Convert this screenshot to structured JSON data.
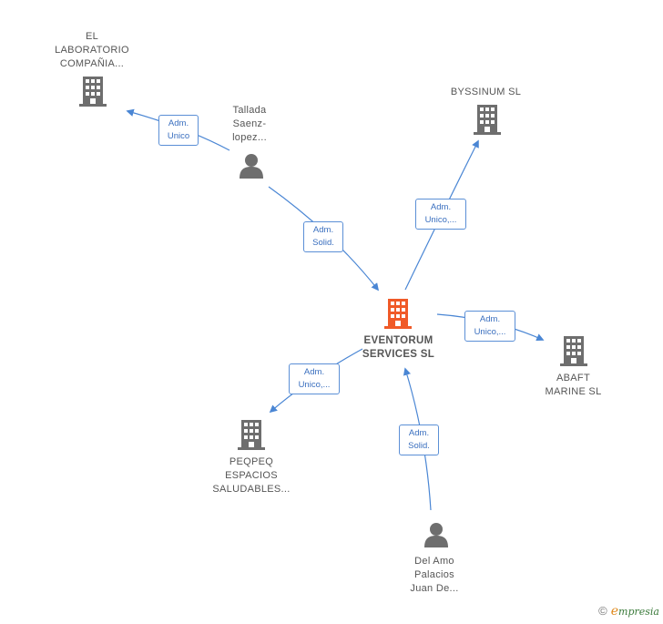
{
  "colors": {
    "edge": "#4a86d4",
    "company": "#6e6e6e",
    "main_company": "#f05a28",
    "person": "#6e6e6e"
  },
  "nodes": {
    "el_laboratorio": {
      "label": "EL\nLABORATORIO\nCOMPAÑIA...",
      "type": "company"
    },
    "byssinum": {
      "label": "BYSSINUM  SL",
      "type": "company"
    },
    "eventorum": {
      "label": "EVENTORUM\nSERVICES  SL",
      "type": "main_company"
    },
    "abaft": {
      "label": "ABAFT\nMARINE  SL",
      "type": "company"
    },
    "pepeq": {
      "label": "PEQPEQ\nESPACIOS\nSALUDABLES...",
      "type": "company"
    },
    "tallada": {
      "label": "Tallada\nSaenz-\nlopez...",
      "type": "person"
    },
    "del_amo": {
      "label": "Del Amo\nPalacios\nJuan De...",
      "type": "person"
    }
  },
  "edges": {
    "tallada_to_laboratorio": {
      "label": "Adm.\nUnico"
    },
    "tallada_to_eventorum": {
      "label": "Adm.\nSolid."
    },
    "eventorum_to_byssinum": {
      "label": "Adm.\nUnico,..."
    },
    "eventorum_to_abaft": {
      "label": "Adm.\nUnico,..."
    },
    "eventorum_to_pepeq": {
      "label": "Adm.\nUnico,..."
    },
    "del_amo_to_eventorum": {
      "label": "Adm.\nSolid."
    }
  },
  "footer": {
    "copyright_symbol": "©",
    "brand_initial": "e",
    "brand_rest": "mpresia"
  }
}
